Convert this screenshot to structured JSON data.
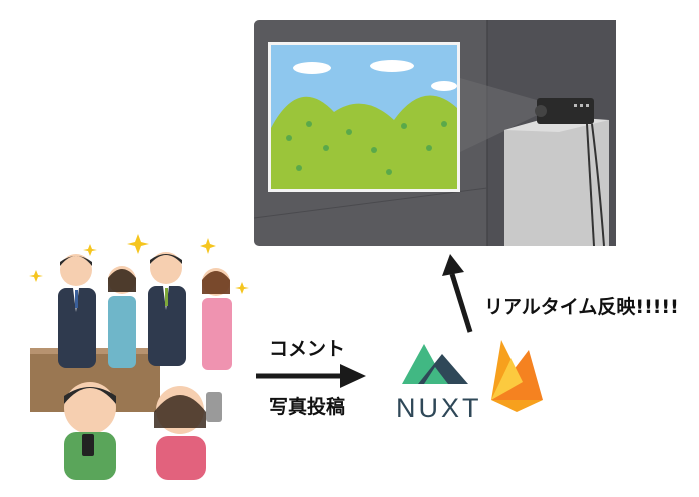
{
  "labels": {
    "comment": "コメント",
    "photo_post": "写真投稿",
    "realtime": "リアルタイム反映!!!!!"
  },
  "logos": {
    "nuxt": "NUXT"
  },
  "icons": {
    "party": "party-people-illustration",
    "projector": "projector-scene-illustration",
    "nuxt": "nuxt-logo-icon",
    "firebase": "firebase-logo-icon"
  },
  "colors": {
    "arrow": "#1a1a1a",
    "nuxt_dark": "#2f4858",
    "nuxt_green": "#41b883",
    "firebase_orange": "#f7a01d",
    "firebase_yellow": "#fcca3f"
  }
}
